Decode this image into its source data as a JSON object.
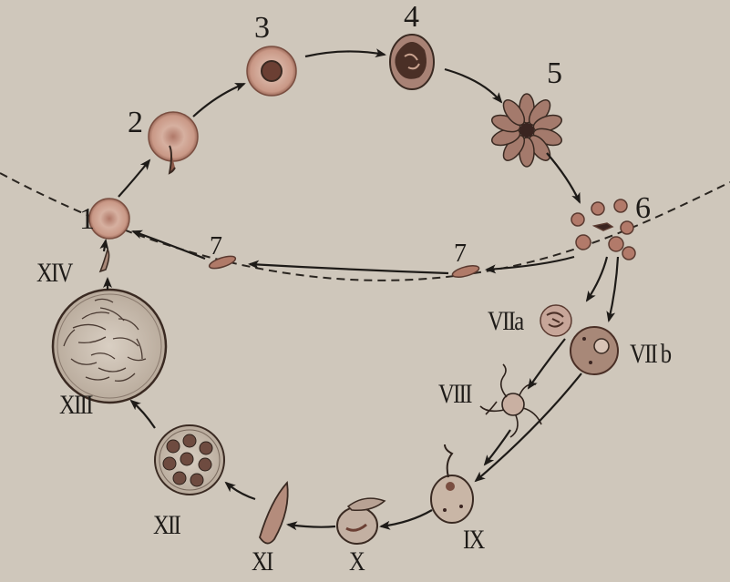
{
  "diagram": {
    "colors": {
      "background": "#cfc7bb",
      "ink": "#1e1b18",
      "cell": "#c9a28f",
      "cell_dark": "#8d5a4a",
      "nucleus": "#6b3f33"
    },
    "stages": [
      {
        "key": "s1",
        "label": "1"
      },
      {
        "key": "s2",
        "label": "2"
      },
      {
        "key": "s3",
        "label": "3"
      },
      {
        "key": "s4",
        "label": "4"
      },
      {
        "key": "s5",
        "label": "5"
      },
      {
        "key": "s6",
        "label": "6"
      },
      {
        "key": "s7a",
        "label": "7"
      },
      {
        "key": "s7b",
        "label": "7"
      },
      {
        "key": "s7a_roman",
        "label": "VIIa"
      },
      {
        "key": "s7b_roman",
        "label": "VII b"
      },
      {
        "key": "s8",
        "label": "VIII"
      },
      {
        "key": "s9",
        "label": "IX"
      },
      {
        "key": "s10",
        "label": "X"
      },
      {
        "key": "s11",
        "label": "XI"
      },
      {
        "key": "s12",
        "label": "XII"
      },
      {
        "key": "s13",
        "label": "XIII"
      },
      {
        "key": "s14",
        "label": "XIV"
      }
    ],
    "icons": {
      "boundary": "dashed-curve",
      "arrows": "arrow-icon"
    }
  }
}
